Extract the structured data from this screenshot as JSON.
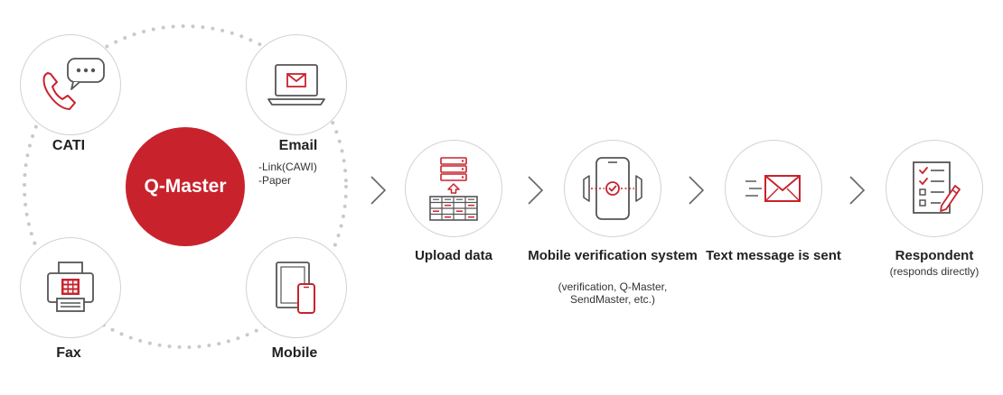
{
  "hub": {
    "label": "Q-Master"
  },
  "channels": {
    "cati": {
      "label": "CATI",
      "icon": "phone-chat-icon"
    },
    "email": {
      "label": "Email",
      "sub": [
        "-Link(CAWI)",
        "-Paper"
      ],
      "icon": "laptop-mail-icon"
    },
    "fax": {
      "label": "Fax",
      "icon": "fax-machine-icon"
    },
    "mobile": {
      "label": "Mobile",
      "icon": "tablet-phone-icon"
    }
  },
  "steps": [
    {
      "label": "Upload data",
      "sub": [],
      "icon": "server-upload-icon"
    },
    {
      "label": "Mobile verification system",
      "sub": [
        "(verification, Q-Master,",
        "SendMaster, etc.)"
      ],
      "icon": "phone-verify-icon"
    },
    {
      "label": "Text message is sent",
      "sub": [],
      "icon": "envelope-send-icon"
    },
    {
      "label": "Respondent",
      "sub": [
        "(responds directly)"
      ],
      "icon": "checklist-pen-icon"
    }
  ],
  "colors": {
    "accent": "#c8232d",
    "line": "#555555",
    "circle_border": "#d2d2d2",
    "dots": "#c9c9c9"
  }
}
